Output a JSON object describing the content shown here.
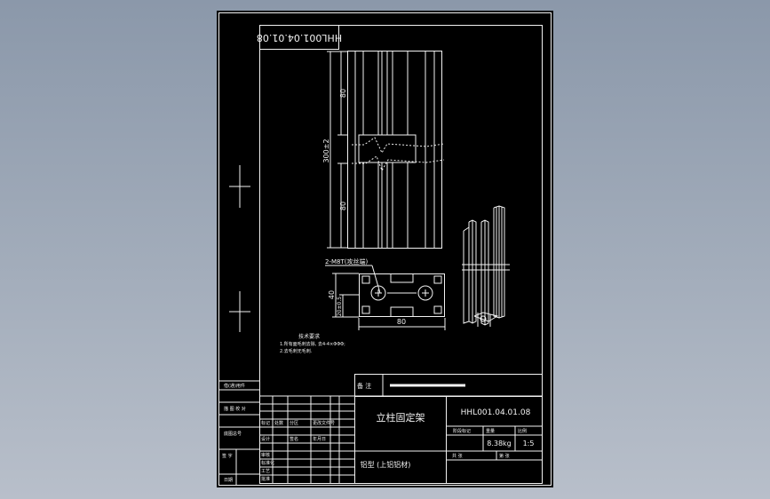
{
  "drawing": {
    "drawing_number_rotated": "HHL001.04.01.08",
    "dimensions": {
      "height_upper": "80",
      "height_total": "300±2",
      "height_lower": "80",
      "side_40": "40",
      "side_small": "20±0.5",
      "width_80": "80"
    },
    "callout_thread": "2-M8T(攻丝端)",
    "tech_notes": {
      "title": "技术要求",
      "line1": "1.所有面毛刺去除, 去4-4×ΦΦΦ;",
      "line2": "2.去毛刺无毛刺."
    },
    "side_labels": {
      "label1": "借(通)用件",
      "label2": "描 图 校 对",
      "label3": "底图总号",
      "label4": "签 字",
      "label5": "日期"
    },
    "title_block": {
      "remarks_label": "备 注",
      "part_name": "立柱固定架",
      "drawing_number": "HHL001.04.01.08",
      "material": "铝型 (上铝铝材)",
      "weight": "8.38kg",
      "scale": "1:5",
      "stage_label": "阶段标记",
      "weight_label": "重量",
      "scale_label": "比例",
      "sheet_label": "共 张",
      "sheet_of": "第 张",
      "mark": "标记",
      "count": "处数",
      "zone": "分区",
      "change_doc": "更改文件号",
      "design": "设计",
      "review": "审核",
      "process": "工艺",
      "standardization": "标准化",
      "approve": "批准",
      "sign": "签名",
      "date": "年月日"
    }
  }
}
